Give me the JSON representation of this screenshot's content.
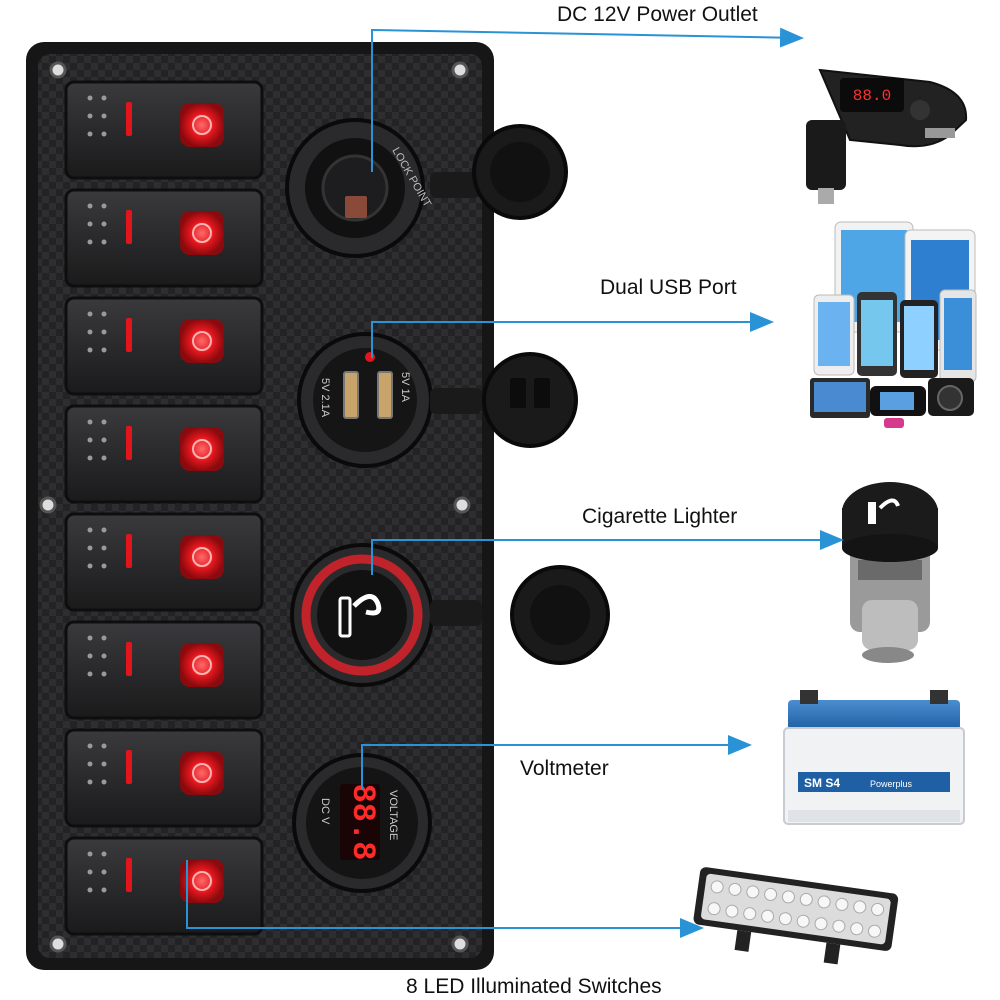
{
  "labels": {
    "dc_outlet": "DC 12V Power Outlet",
    "usb_port": "Dual  USB Port",
    "cigarette_lighter": "Cigarette Lighter",
    "voltmeter": "Voltmeter",
    "switches": "8 LED Illuminated Switches"
  },
  "panel": {
    "switch_count": 8,
    "led_color": "#e0161c",
    "lock_text": "LOCK POINT",
    "usb_left_rating": "5V 2.1A",
    "usb_right_rating": "5V 1A",
    "voltage_text": "VOLTAGE",
    "dc_v_text": "DC V",
    "voltmeter_reading": "88.8"
  },
  "products": {
    "battery_label": "SM S4",
    "battery_brand": "Powerplus",
    "transmitter_display": "88.0"
  },
  "colors": {
    "arrow": "#2a93d5",
    "panel": "#1c1c1e",
    "red_glow": "#e0161c"
  }
}
